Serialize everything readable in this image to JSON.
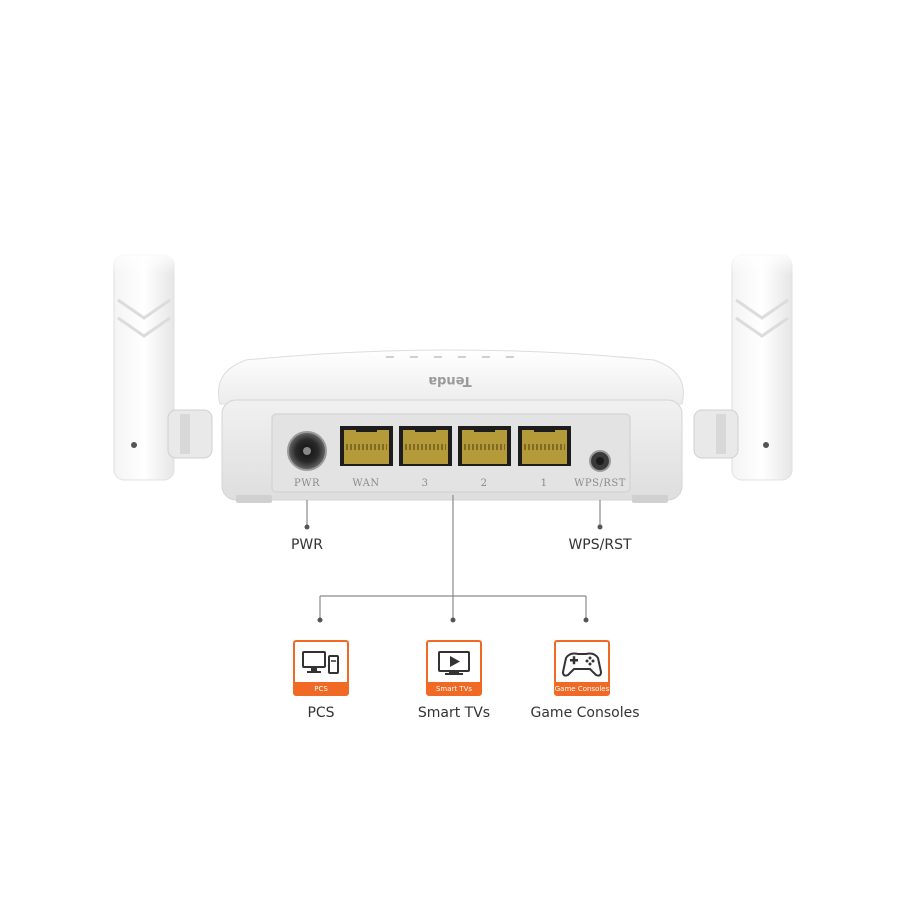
{
  "router": {
    "brand_logo": "Tenda",
    "ports": [
      "PWR",
      "WAN",
      "3",
      "2",
      "1",
      "WPS/RST"
    ]
  },
  "callouts": {
    "pwr": "PWR",
    "wps_rst": "WPS/RST"
  },
  "devices": [
    {
      "caption": "PCS",
      "name": "PCS",
      "icon": "pc-icon"
    },
    {
      "caption": "Smart TVs",
      "name": "Smart TVs",
      "icon": "tv-icon"
    },
    {
      "caption": "Game Consoles",
      "name": "Game Consoles",
      "icon": "gamepad-icon"
    }
  ],
  "colors": {
    "accent_orange": "#f06a25",
    "port_gold": "#b59a3a",
    "connector_line": "#8a8a8a"
  }
}
